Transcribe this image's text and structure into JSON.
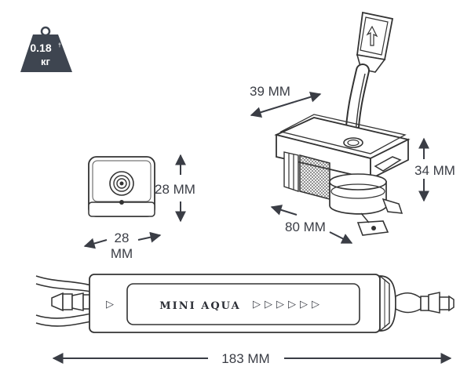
{
  "weight": {
    "value": "0.18",
    "mark": "†",
    "unit": "кг"
  },
  "dimensions": {
    "top_width": "39 MM",
    "top_height": "34 MM",
    "top_length": "80 MM",
    "front_height": "28 MM",
    "front_width_line1": "28",
    "front_width_line2": "MM",
    "overall_length": "183 MM"
  },
  "device": {
    "brand_label": "MINI AQUA",
    "arrow_glyph": "▷"
  },
  "colors": {
    "ink": "#3a3d45",
    "weight_badge": "#3e4550"
  }
}
